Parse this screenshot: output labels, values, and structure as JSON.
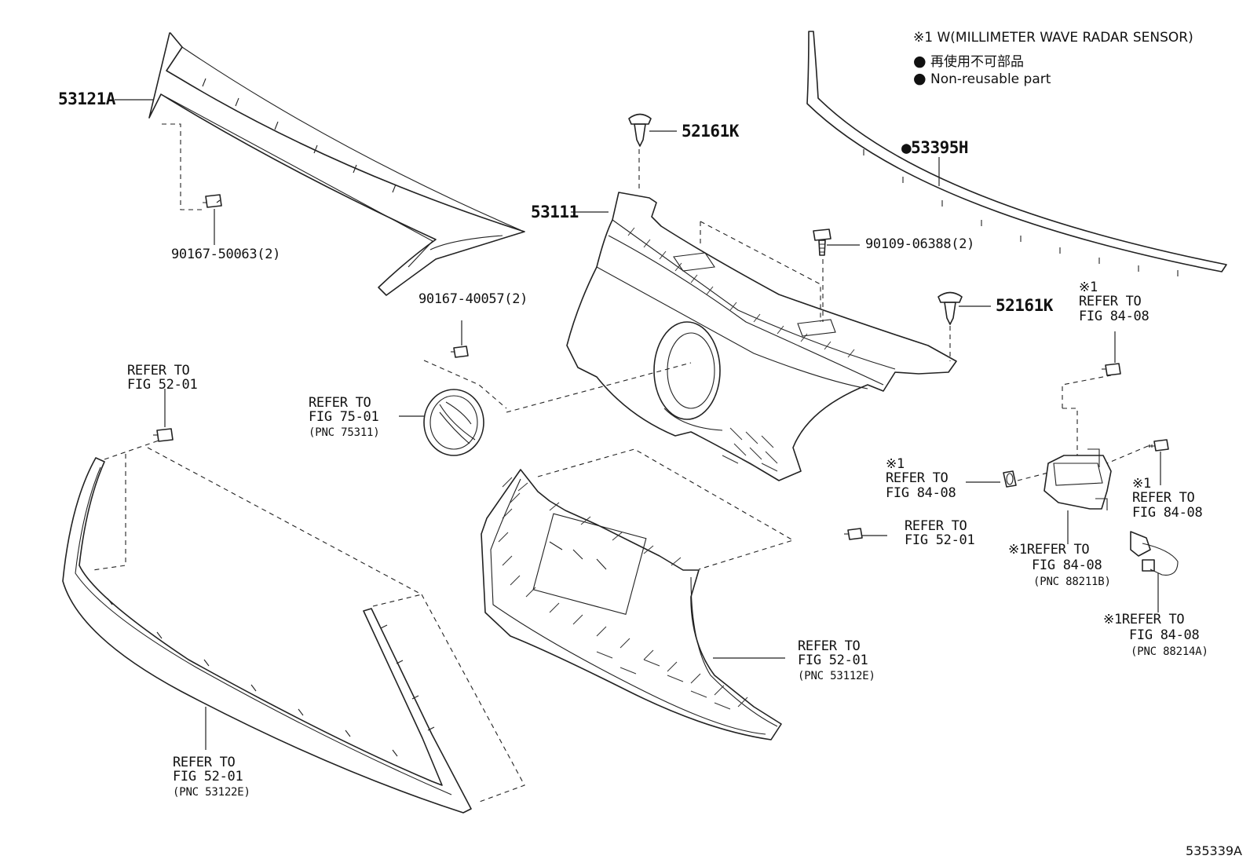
{
  "legend": {
    "note_line": "※1 W(MILLIMETER WAVE RADAR SENSOR)",
    "nonreusable_jp": "再使用不可部品",
    "nonreusable_en": "Non-reusable part",
    "bullet": "●"
  },
  "labels": {
    "p53121A": "53121A",
    "p90167_50063": "90167-50063(2)",
    "p52161K_top": "52161K",
    "p53111": "53111",
    "p53395H": "53395H",
    "p90109_06388": "90109-06388(2)",
    "p52161K_right": "52161K",
    "p90167_40057": "90167-40057(2)"
  },
  "refs": {
    "left_clip": {
      "line1": "REFER TO",
      "line2": "FIG 52-01"
    },
    "emblem": {
      "line1": "REFER TO",
      "line2": "FIG 75-01",
      "pnc": "(PNC 75311)"
    },
    "radar_top": {
      "mark": "※1",
      "line1": "REFER TO",
      "line2": "FIG 84-08"
    },
    "radar_left": {
      "mark": "※1",
      "line1": "REFER TO",
      "line2": "FIG 84-08"
    },
    "radar_right": {
      "mark": "※1",
      "line1": "REFER TO",
      "line2": "FIG 84-08"
    },
    "grille_clip": {
      "line1": "REFER TO",
      "line2": "FIG 52-01"
    },
    "radar_sensor": {
      "mark": "※1",
      "line1": "REFER TO",
      "line2": "FIG 84-08",
      "pnc": "(PNC 88211B)"
    },
    "radar_bracket": {
      "mark": "※1",
      "line1": "REFER TO",
      "line2": "FIG 84-08",
      "pnc": "(PNC 88214A)"
    },
    "grille": {
      "line1": "REFER TO",
      "line2": "FIG 52-01",
      "pnc": "(PNC 53112E)"
    },
    "lower_mold": {
      "line1": "REFER TO",
      "line2": "FIG 52-01",
      "pnc": "(PNC 53122E)"
    }
  },
  "footer": {
    "figure_id": "535339A"
  }
}
